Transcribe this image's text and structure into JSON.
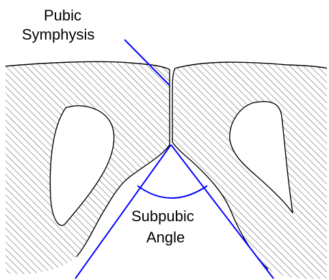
{
  "labels": {
    "pubic_line1": "Pubic",
    "pubic_line2": "Symphysis",
    "subpubic_line1": "Subpubic",
    "subpubic_line2": "Angle"
  },
  "colors": {
    "outline": "#000000",
    "hatch": "#555555",
    "annotation": "#0000ff",
    "background": "#ffffff"
  }
}
